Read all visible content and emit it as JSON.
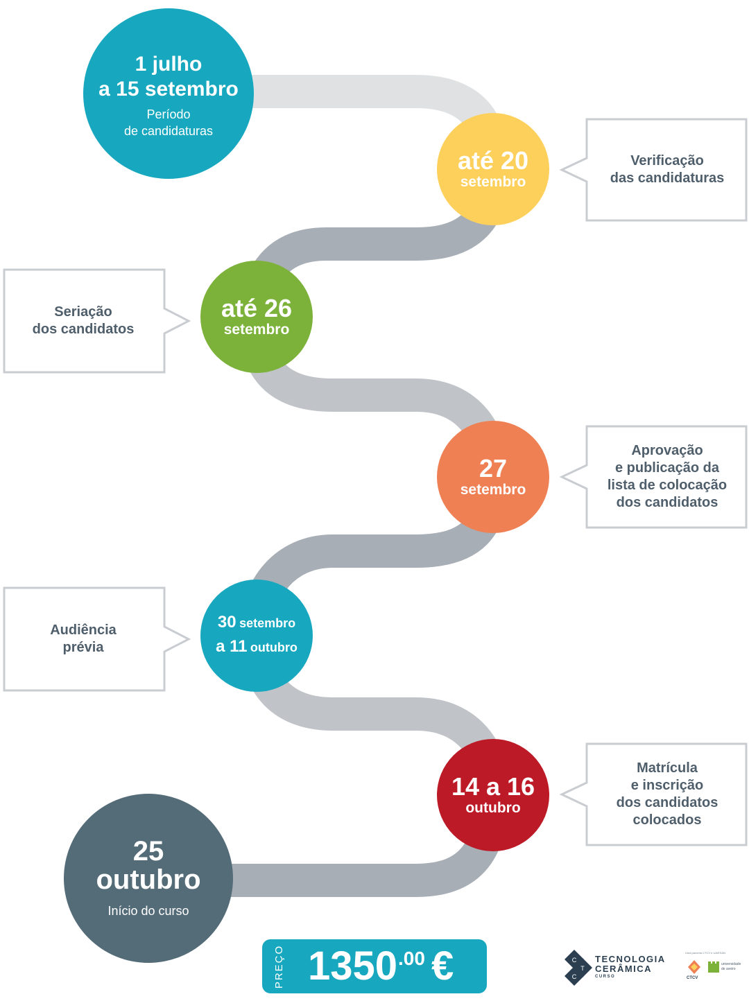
{
  "colors": {
    "road_light": "#dfe1e3",
    "road_dark": "#a7aeb5",
    "teal": "#17a8c0",
    "yellow": "#fdd05c",
    "green": "#7cb23a",
    "orange": "#ef8054",
    "red": "#bd1a27",
    "slate": "#546b78",
    "box_text": "#4f5e6b"
  },
  "milestones": [
    {
      "line1": "1 julho",
      "line2": "a 15 setembro",
      "caption_line1": "Período",
      "caption_line2": "de candidaturas"
    },
    {
      "line1": "até 20",
      "line2": "setembro"
    },
    {
      "line1": "até 26",
      "line2": "setembro"
    },
    {
      "line1": "27",
      "line2": "setembro"
    },
    {
      "line1_num": "30",
      "line1_word": "setembro",
      "line2_num": "a 11",
      "line2_word": "outubro"
    },
    {
      "line1": "14 a 16",
      "line2": "outubro"
    },
    {
      "line1": "25",
      "line2": "outubro",
      "caption": "Início do curso"
    }
  ],
  "descriptions": [
    {
      "lines": [
        "Verificação",
        "das candidaturas"
      ]
    },
    {
      "lines": [
        "Seriação",
        "dos candidatos"
      ]
    },
    {
      "lines": [
        "Aprovação",
        "e publicação da",
        "lista de colocação",
        "dos candidatos"
      ]
    },
    {
      "lines": [
        "Audiência",
        "prévia"
      ]
    },
    {
      "lines": [
        "Matrícula",
        "e inscrição",
        "dos candidatos",
        "colocados"
      ]
    }
  ],
  "price": {
    "label": "PREÇO",
    "value": "1350",
    "cents": ".00",
    "currency": "€"
  },
  "logo": {
    "line1": "TECNOLOGIA",
    "line2": "CERÂMICA",
    "line3": "CURSO",
    "mark_letters": [
      "C",
      "T",
      "C"
    ],
    "partner1": "CTCV",
    "partner2_line1": "universidade",
    "partner2_line2": "de aveiro",
    "partner_caption": "Uma parceria CTCV e UA/ESAN"
  }
}
